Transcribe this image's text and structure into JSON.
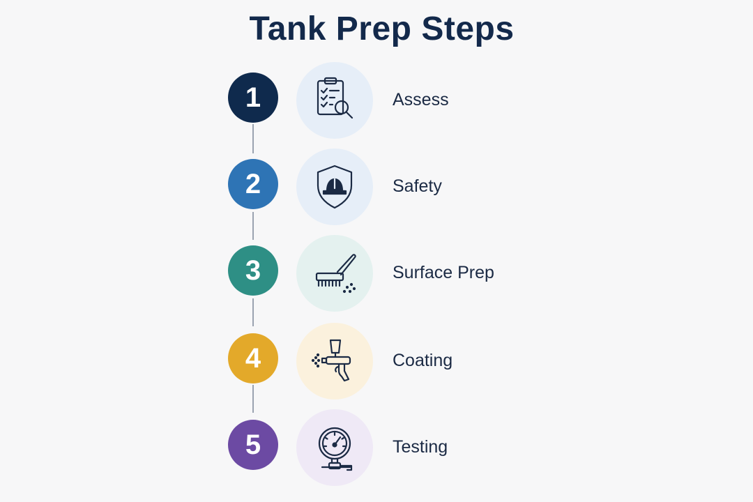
{
  "title": "Tank Prep Steps",
  "steps": [
    {
      "number": "1",
      "label": "Assess",
      "icon": "clipboard-magnifier-icon",
      "color": "#0f2a4d",
      "bg": "#e6eef8"
    },
    {
      "number": "2",
      "label": "Safety",
      "icon": "shield-hardhat-icon",
      "color": "#2e74b5",
      "bg": "#e6eef8"
    },
    {
      "number": "3",
      "label": "Surface Prep",
      "icon": "brush-icon",
      "color": "#2e8f85",
      "bg": "#e4f1ef"
    },
    {
      "number": "4",
      "label": "Coating",
      "icon": "spray-gun-icon",
      "color": "#e3a92a",
      "bg": "#fbf1dd"
    },
    {
      "number": "5",
      "label": "Testing",
      "icon": "pressure-gauge-icon",
      "color": "#6c4aa3",
      "bg": "#efe9f6"
    }
  ]
}
